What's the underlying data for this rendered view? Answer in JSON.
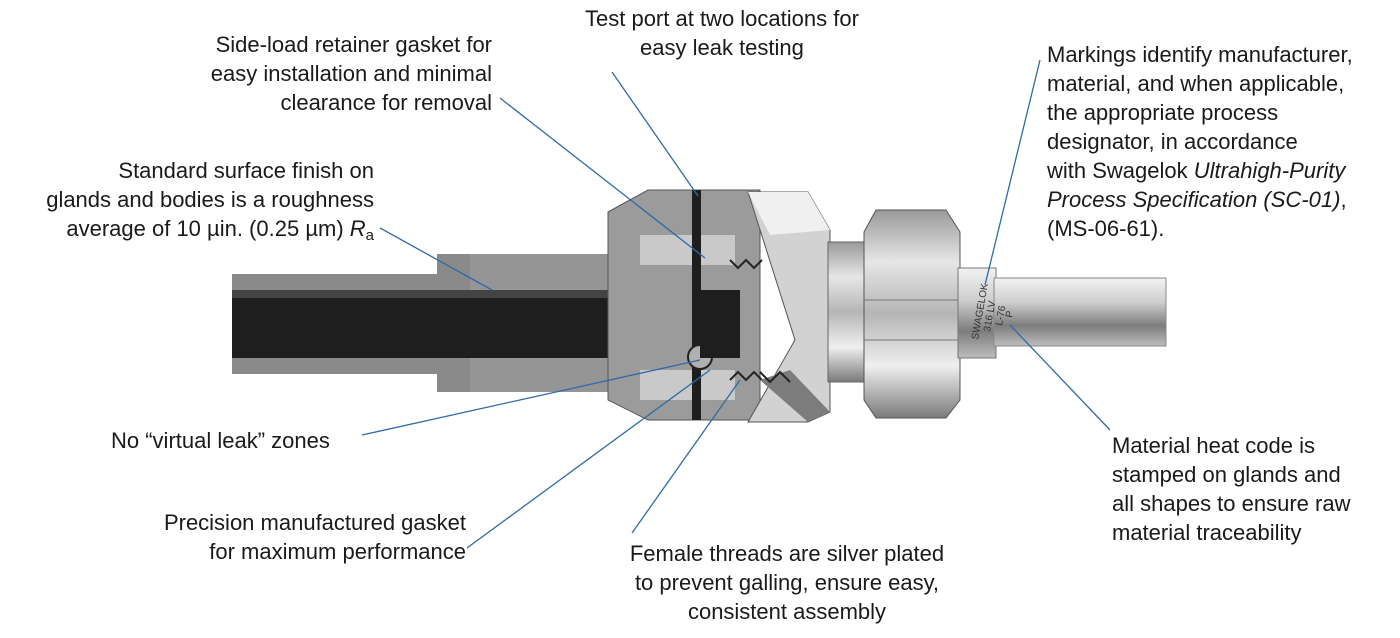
{
  "callouts": {
    "test_port": [
      "Test port at two locations for",
      "easy leak testing"
    ],
    "retainer": [
      "Side-load retainer gasket for",
      "easy installation and minimal",
      "clearance for removal"
    ],
    "finish": {
      "line1": "Standard surface finish on",
      "line2": "glands and bodies is a roughness",
      "line3_prefix": "average of 10 µin. (0.25 µm) ",
      "line3_symbol": "R",
      "line3_sub": "a"
    },
    "markings": {
      "line1": "Markings identify manufacturer,",
      "line2": "material, and when applicable,",
      "line3": "the appropriate process",
      "line4": "designator, in accordance",
      "line5_prefix": "with Swagelok ",
      "line5_italic": "Ultrahigh-Purity",
      "line6_italic": "Process Specification (SC-01)",
      "line6_suffix": ",",
      "line7": "(MS-06-61)."
    },
    "virtual_leak": "No “virtual leak” zones",
    "gasket": [
      "Precision manufactured gasket",
      "for maximum performance"
    ],
    "threads": [
      "Female threads are silver plated",
      "to prevent galling, ensure easy,",
      "consistent assembly"
    ],
    "heat_code": [
      "Material heat code is",
      "stamped on glands and",
      "all shapes to ensure raw",
      "material traceability"
    ]
  },
  "stamp": [
    "SWAGELOK",
    "316 LV",
    "L-76",
    "P"
  ],
  "colors": {
    "leader": "#2f6aa8",
    "metal_dark": "#3a3a3a",
    "metal_mid": "#8c8c8c",
    "metal_light": "#d9d9d9"
  }
}
